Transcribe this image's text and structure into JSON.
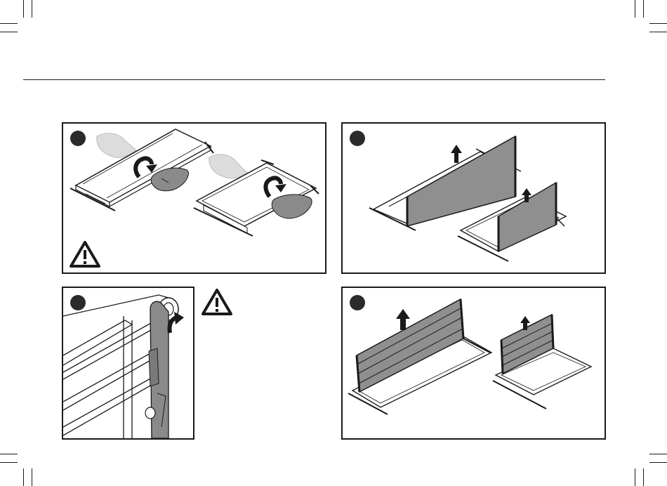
{
  "page": {
    "colors": {
      "ink": "#1a1a1a",
      "panel_fill": "#8f8f8f",
      "hand_fill": "#8a8a8a",
      "ghost_fill": "#dcdcdc",
      "badge": "#2b2b2b"
    }
  },
  "panels": [
    {
      "id": "fold-frames",
      "icons": [
        "step-badge",
        "warning-icon",
        "hand-icon",
        "curved-arrow-icon"
      ]
    },
    {
      "id": "raise-backrests",
      "icons": [
        "step-badge",
        "up-arrow-icon"
      ]
    },
    {
      "id": "strap-detail",
      "icons": [
        "step-badge",
        "curved-arrow-icon"
      ]
    },
    {
      "id": "raise-seats",
      "icons": [
        "step-badge",
        "up-arrow-icon"
      ]
    }
  ],
  "side_warning": {
    "icon": "warning-icon"
  }
}
